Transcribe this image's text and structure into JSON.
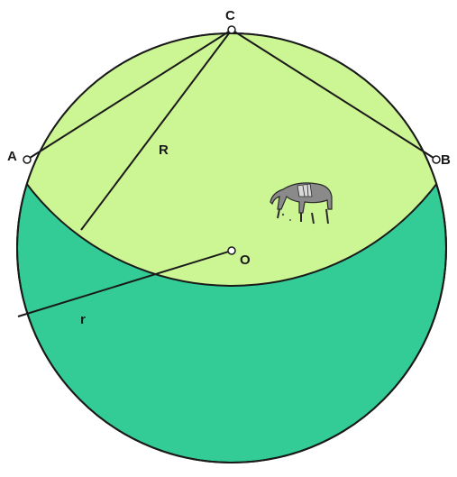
{
  "diagram": {
    "points": [
      {
        "id": "A",
        "label": "A"
      },
      {
        "id": "B",
        "label": "B"
      },
      {
        "id": "C",
        "label": "C"
      },
      {
        "id": "O",
        "label": "O"
      }
    ],
    "radii": [
      {
        "id": "R",
        "label": "R"
      },
      {
        "id": "r",
        "label": "r"
      }
    ],
    "colors": {
      "big_circle_fill": "#33cc96",
      "lune_fill": "#ccf593",
      "stroke": "#1a1a1a",
      "point_fill": "#ffffff"
    },
    "icons": [
      "grazing-goat-icon"
    ]
  }
}
